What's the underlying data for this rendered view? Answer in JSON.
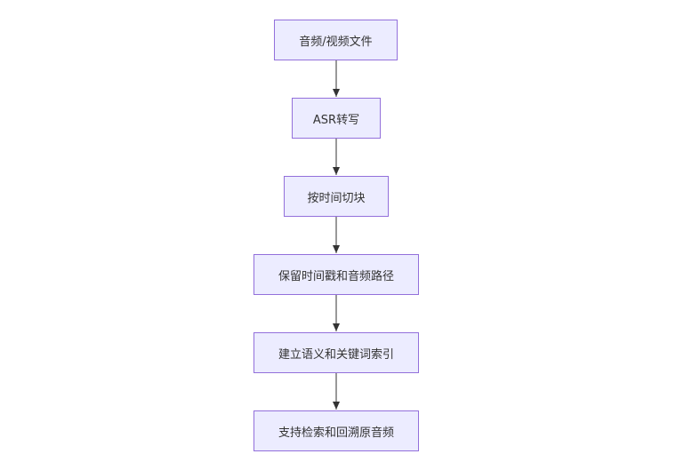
{
  "diagram": {
    "nodes": [
      {
        "id": "n1",
        "label": "音频/视频文件"
      },
      {
        "id": "n2",
        "label": "ASR转写"
      },
      {
        "id": "n3",
        "label": "按时间切块"
      },
      {
        "id": "n4",
        "label": "保留时间戳和音频路径"
      },
      {
        "id": "n5",
        "label": "建立语义和关键词索引"
      },
      {
        "id": "n6",
        "label": "支持检索和回溯原音频"
      }
    ],
    "edges": [
      {
        "from": "n1",
        "to": "n2"
      },
      {
        "from": "n2",
        "to": "n3"
      },
      {
        "from": "n3",
        "to": "n4"
      },
      {
        "from": "n4",
        "to": "n5"
      },
      {
        "from": "n5",
        "to": "n6"
      }
    ],
    "colors": {
      "node_fill": "#ececff",
      "node_border": "#9370db",
      "edge": "#333333",
      "text": "#333333"
    }
  }
}
